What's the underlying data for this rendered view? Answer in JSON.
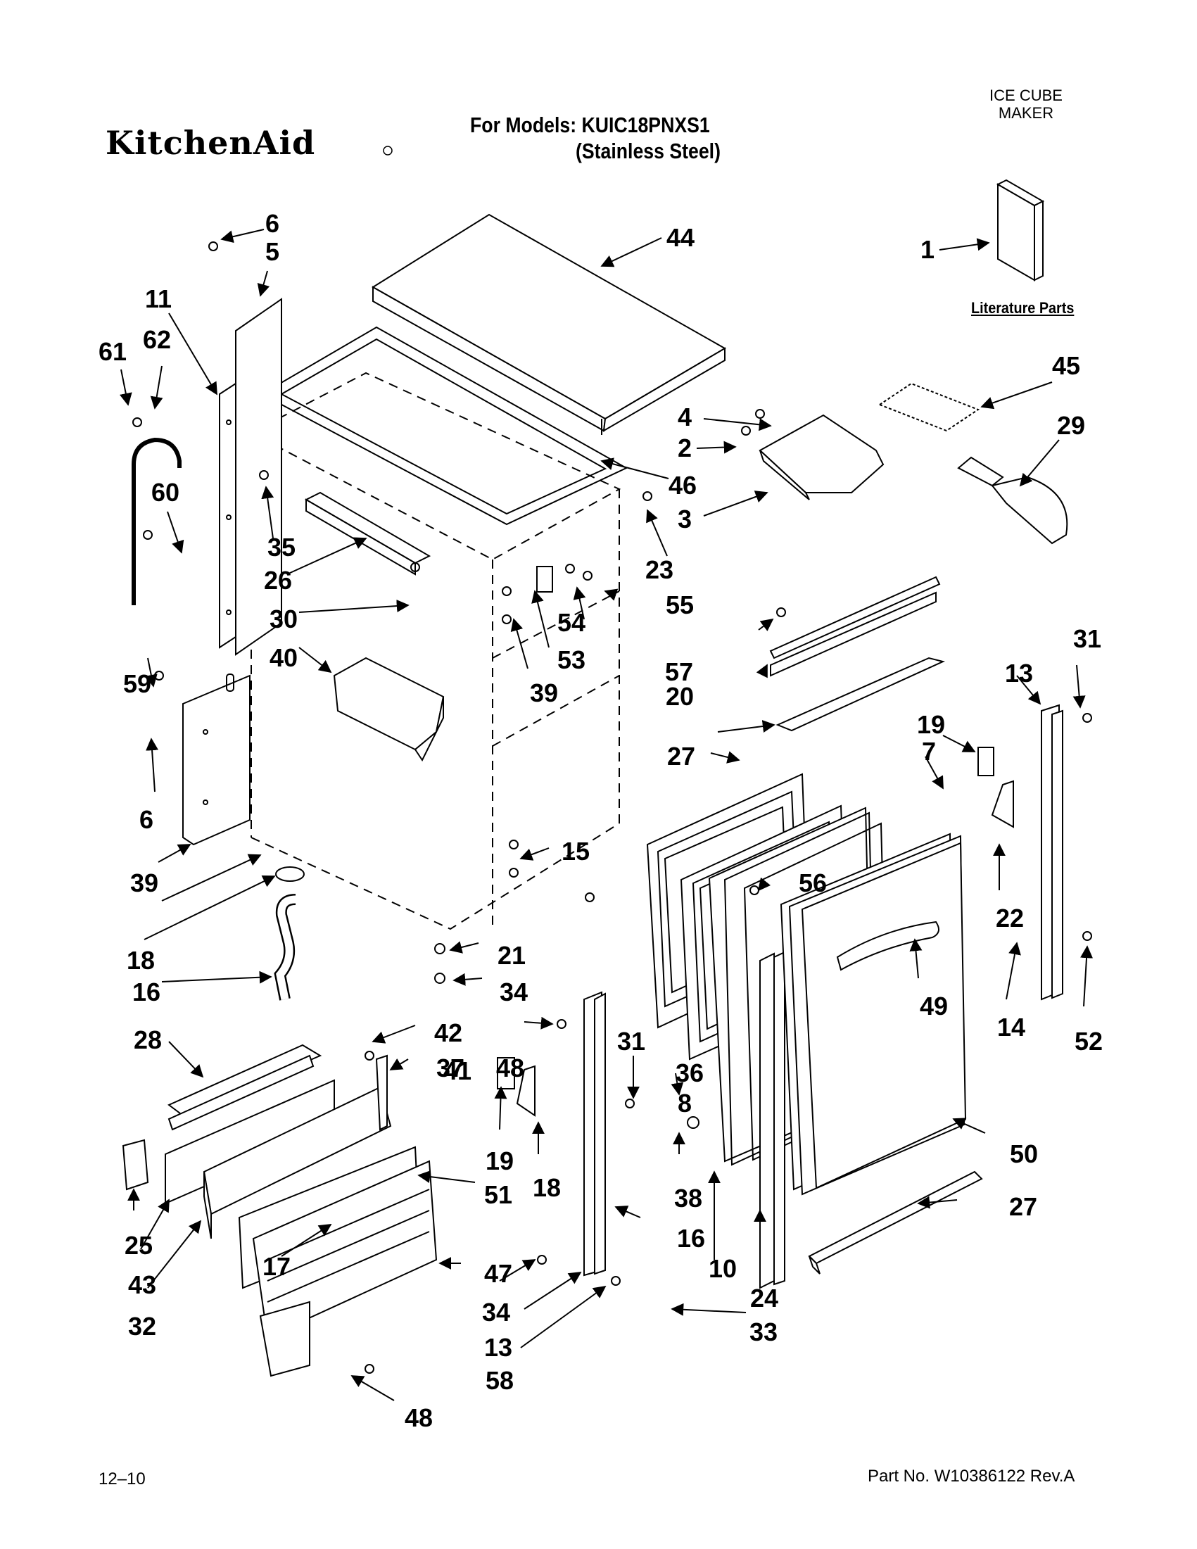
{
  "header": {
    "brand": "KitchenAid",
    "models_line": "For Models: KUIC18PNXS1",
    "finish_line": "(Stainless Steel)",
    "category_line1": "ICE CUBE",
    "category_line2": "MAKER"
  },
  "literature_label": "Literature Parts",
  "footer": {
    "date": "12–10",
    "part_number": "Part No. W10386122 Rev.A"
  },
  "callouts": [
    "6",
    "5",
    "44",
    "1",
    "11",
    "61",
    "62",
    "4",
    "2",
    "45",
    "29",
    "60",
    "35",
    "46",
    "3",
    "26",
    "23",
    "30",
    "54",
    "55",
    "53",
    "40",
    "39",
    "57",
    "31",
    "59",
    "20",
    "13",
    "19",
    "7",
    "27",
    "6",
    "15",
    "39",
    "56",
    "22",
    "49",
    "18",
    "21",
    "14",
    "52",
    "16",
    "34",
    "28",
    "42",
    "37",
    "48",
    "31",
    "36",
    "41",
    "8",
    "19",
    "18",
    "38",
    "50",
    "25",
    "51",
    "10",
    "27",
    "43",
    "16",
    "17",
    "47",
    "34",
    "24",
    "32",
    "13",
    "33",
    "58",
    "48"
  ],
  "colors": {
    "ink": "#000000",
    "paper": "#ffffff",
    "panel_fill": "#f4f4f4"
  }
}
